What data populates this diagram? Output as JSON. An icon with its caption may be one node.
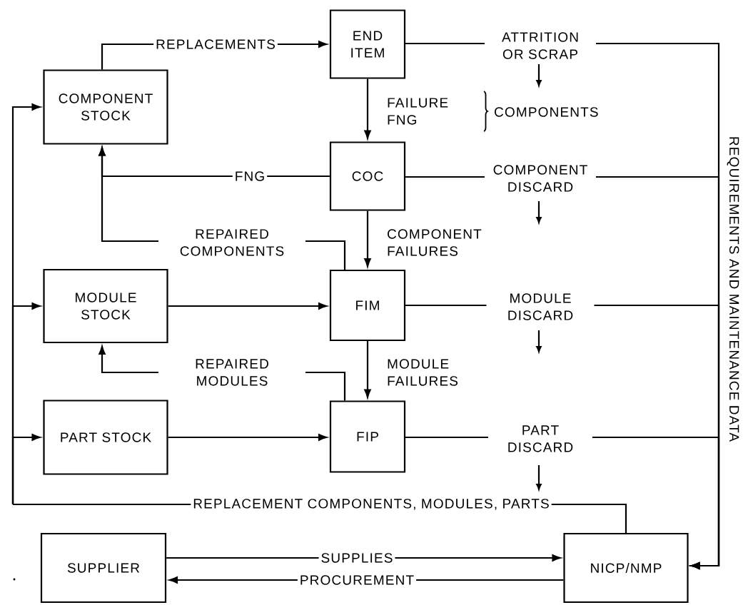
{
  "diagram": {
    "nodes": [
      {
        "text": [
          "END ITEM"
        ]
      },
      {
        "text": [
          "COMPONENT STOCK"
        ]
      },
      {
        "text": [
          "COC"
        ]
      },
      {
        "text": [
          "MODULE STOCK"
        ]
      },
      {
        "text": [
          "FIM"
        ]
      },
      {
        "text": [
          "PART STOCK"
        ]
      },
      {
        "text": [
          "FIP"
        ]
      },
      {
        "text": [
          "SUPPLIER"
        ]
      },
      {
        "text": [
          "NICP/NMP"
        ]
      }
    ],
    "edges": [
      {
        "from": 1,
        "to": 0,
        "arrow": "to",
        "label": "REPLACEMENTS"
      },
      {
        "from": 0,
        "to": 2,
        "arrow": "to",
        "label": "FAILURE FNG"
      },
      {
        "from": 2,
        "to": 1,
        "arrow": "to",
        "label": "FNG"
      },
      {
        "from": 2,
        "to": 4,
        "arrow": "to",
        "label": "COMPONENT FAILURES"
      },
      {
        "from": 4,
        "to": 1,
        "arrow": "to",
        "label": "REPAIRED COMPONENTS"
      },
      {
        "from": 3,
        "to": 4,
        "arrow": "to"
      },
      {
        "from": 6,
        "to": 3,
        "arrow": "to",
        "label": "REPAIRED MODULES"
      },
      {
        "from": 4,
        "to": 6,
        "arrow": "to",
        "label": "MODULE FAILURES"
      },
      {
        "from": 5,
        "to": 6,
        "arrow": "to"
      },
      {
        "from": 8,
        "to": 1,
        "arrow": "to"
      },
      {
        "from": 8,
        "to": 3,
        "arrow": "to"
      },
      {
        "from": 8,
        "to": 5,
        "arrow": "to",
        "label": "REPLACEMENT COMPONENTS, MODULES, PARTS"
      },
      {
        "from": 7,
        "to": 8,
        "arrow": "to",
        "label": "SUPPLIES"
      },
      {
        "from": 8,
        "to": 7,
        "arrow": "to",
        "label": "PROCUREMENT"
      },
      {
        "from": 0,
        "to": 8,
        "arrow": "to",
        "label": "ATTRITION OR SCRAP"
      },
      {
        "from": 2,
        "to": 8,
        "arrow": "to",
        "label": "COMPONENT DISCARD"
      },
      {
        "from": 4,
        "to": 8,
        "arrow": "to",
        "label": "MODULE DISCARD"
      },
      {
        "from": 6,
        "to": 8,
        "arrow": "to",
        "label": "PART DISCARD"
      }
    ],
    "labels": [
      "COMPONENTS",
      "REQUIREMENTS AND MAINTENANCE DATA"
    ]
  }
}
